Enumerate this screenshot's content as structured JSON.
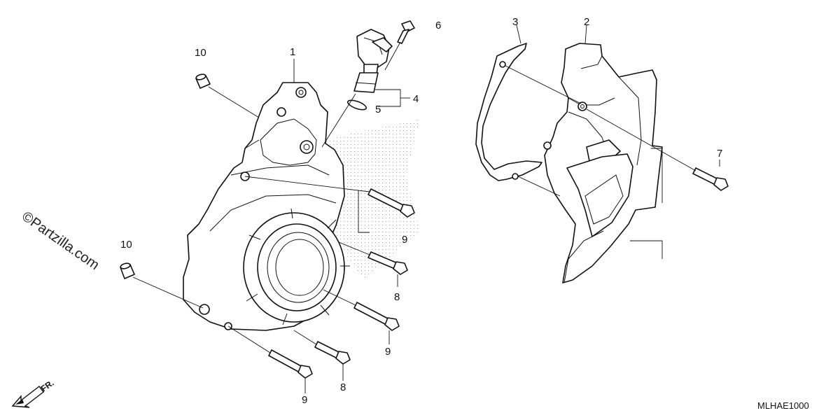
{
  "watermark": "©Partzilla.com",
  "diagram_code": "MLHAE1000",
  "direction_label": "FR.",
  "callouts": [
    {
      "id": "c1",
      "label": "1"
    },
    {
      "id": "c2",
      "label": "2"
    },
    {
      "id": "c3",
      "label": "3"
    },
    {
      "id": "c4",
      "label": "4"
    },
    {
      "id": "c5",
      "label": "5"
    },
    {
      "id": "c6",
      "label": "6"
    },
    {
      "id": "c7",
      "label": "7"
    },
    {
      "id": "c8a",
      "label": "8"
    },
    {
      "id": "c8b",
      "label": "8"
    },
    {
      "id": "c9a",
      "label": "9"
    },
    {
      "id": "c9b",
      "label": "9"
    },
    {
      "id": "c9c",
      "label": "9"
    },
    {
      "id": "c10a",
      "label": "10"
    },
    {
      "id": "c10b",
      "label": "10"
    }
  ]
}
